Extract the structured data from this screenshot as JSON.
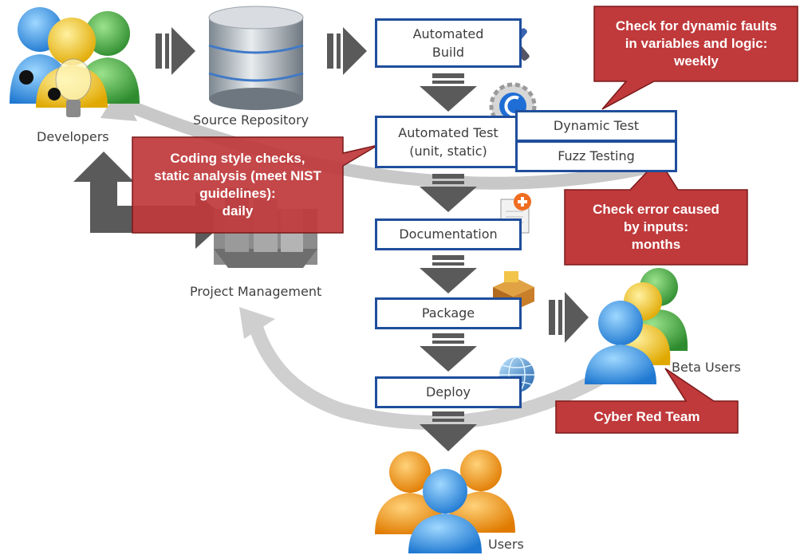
{
  "colors": {
    "stage_border": "#1f4e9c",
    "callout_fill": "#c0393b",
    "callout_border": "#7a1a1a",
    "arrow_dark": "#5a5a5a",
    "arrow_light": "#c8c8c8"
  },
  "actors": {
    "developers": {
      "label": "Developers",
      "icon": "developers-icon"
    },
    "source_repository": {
      "label": "Source Repository",
      "icon": "database-icon"
    },
    "project_management": {
      "label": "Project Management",
      "icon": "building-icon"
    },
    "beta_users": {
      "label": "Beta Users",
      "icon": "beta-users-icon"
    },
    "users": {
      "label": "Users",
      "icon": "users-icon"
    }
  },
  "stages": {
    "automated_build": "Automated\nBuild",
    "automated_test": "Automated Test\n(unit, static)",
    "dynamic_test": "Dynamic Test",
    "fuzz_testing": "Fuzz Testing",
    "documentation": "Documentation",
    "package": "Package",
    "deploy": "Deploy"
  },
  "callouts": {
    "coding_style": "Coding style checks,\nstatic analysis (meet NIST\nguidelines):\ndaily",
    "dynamic_faults": "Check for dynamic faults\nin variables and logic:\nweekly",
    "error_inputs": "Check error caused\nby inputs:\nmonths",
    "red_team": "Cyber Red Team"
  }
}
